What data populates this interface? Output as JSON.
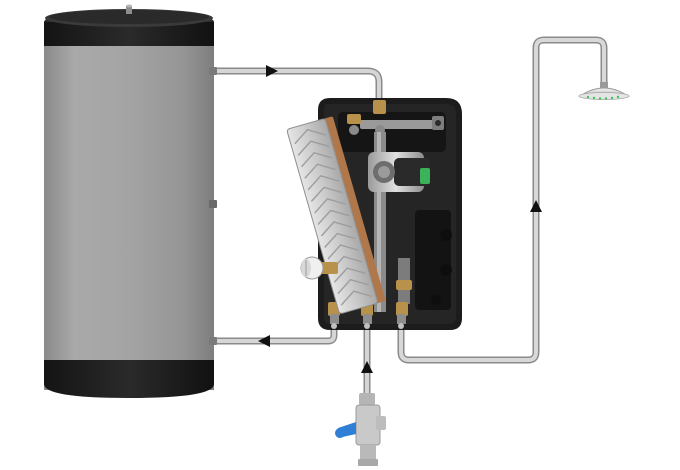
{
  "diagram": {
    "kind": "fresh-water-station-schematic",
    "components": [
      {
        "name": "buffer-storage-tank",
        "icon": "cylinder-tank-icon"
      },
      {
        "name": "fresh-water-module",
        "icon": "hydraulic-module-icon"
      },
      {
        "name": "plate-heat-exchanger",
        "icon": "heat-exchanger-icon"
      },
      {
        "name": "circulation-pump",
        "icon": "pump-icon"
      },
      {
        "name": "thermostatic-valve",
        "icon": "thermostat-knob-icon"
      },
      {
        "name": "shower-head",
        "icon": "shower-head-icon"
      },
      {
        "name": "cold-water-inlet-valve",
        "icon": "valve-icon"
      }
    ],
    "flows": [
      {
        "name": "tank-supply-flow",
        "direction": "right"
      },
      {
        "name": "tank-return-flow",
        "direction": "left"
      },
      {
        "name": "cold-water-inflow",
        "direction": "up"
      },
      {
        "name": "hot-water-outflow",
        "direction": "up"
      }
    ],
    "colors": {
      "tank_body": "#9b9b9b",
      "tank_caps": "#1e1e1e",
      "pipe": "#c8c8c8",
      "pipe_outline": "#8a8a8a",
      "arrow": "#111111",
      "housing": "#1c1c1c",
      "exchanger_plate": "#cfcfcf",
      "exchanger_frame": "#b0774a",
      "fitting_brass": "#b8924a",
      "valve_blue": "#2f7fd6",
      "shower_green": "#3cc45a"
    }
  }
}
